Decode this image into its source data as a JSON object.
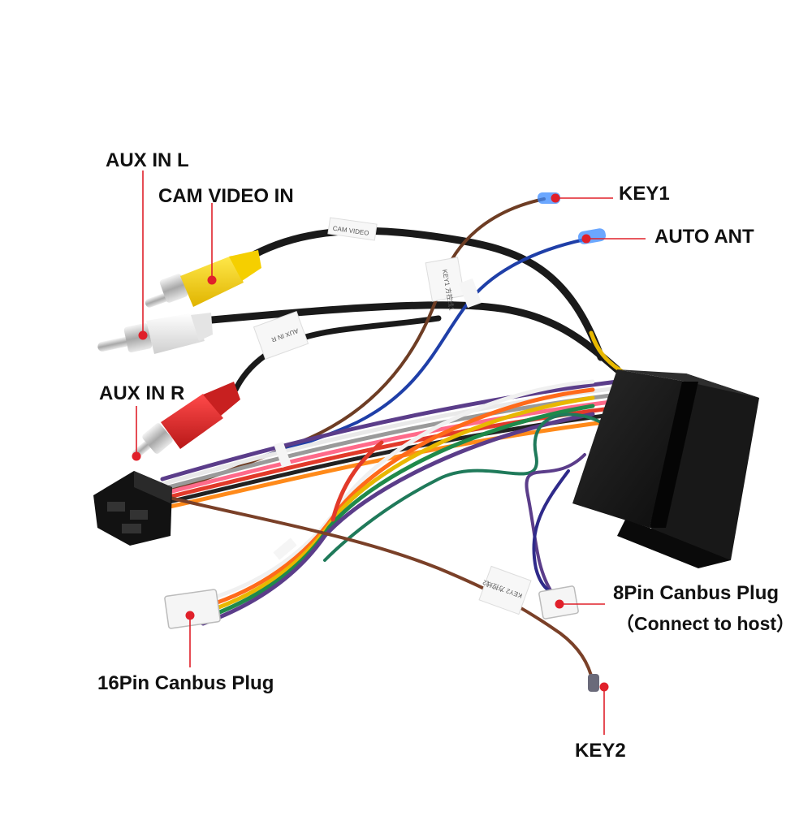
{
  "labels": {
    "aux_in_l": "AUX IN L",
    "cam_video_in": "CAM VIDEO IN",
    "aux_in_r": "AUX IN R",
    "key1": "KEY1",
    "auto_ant": "AUTO ANT",
    "pin8_title": "8Pin Canbus Plug",
    "pin8_sub": "（Connect to host）",
    "pin16": "16Pin Canbus Plug",
    "key2": "KEY2"
  },
  "tags": {
    "tag_cam": "CAM VIDEO",
    "tag_key1": "KEY1 方控线1",
    "tag_auxr": "AUX IN R",
    "tag_key2": "KEY2 方控线2"
  },
  "colors": {
    "marker": "#e0202a",
    "label_text": "#111111",
    "rca_yellow": "#f2d21a",
    "rca_white": "#eeeeee",
    "rca_red": "#d42a2a",
    "connector_black": "#141414"
  }
}
